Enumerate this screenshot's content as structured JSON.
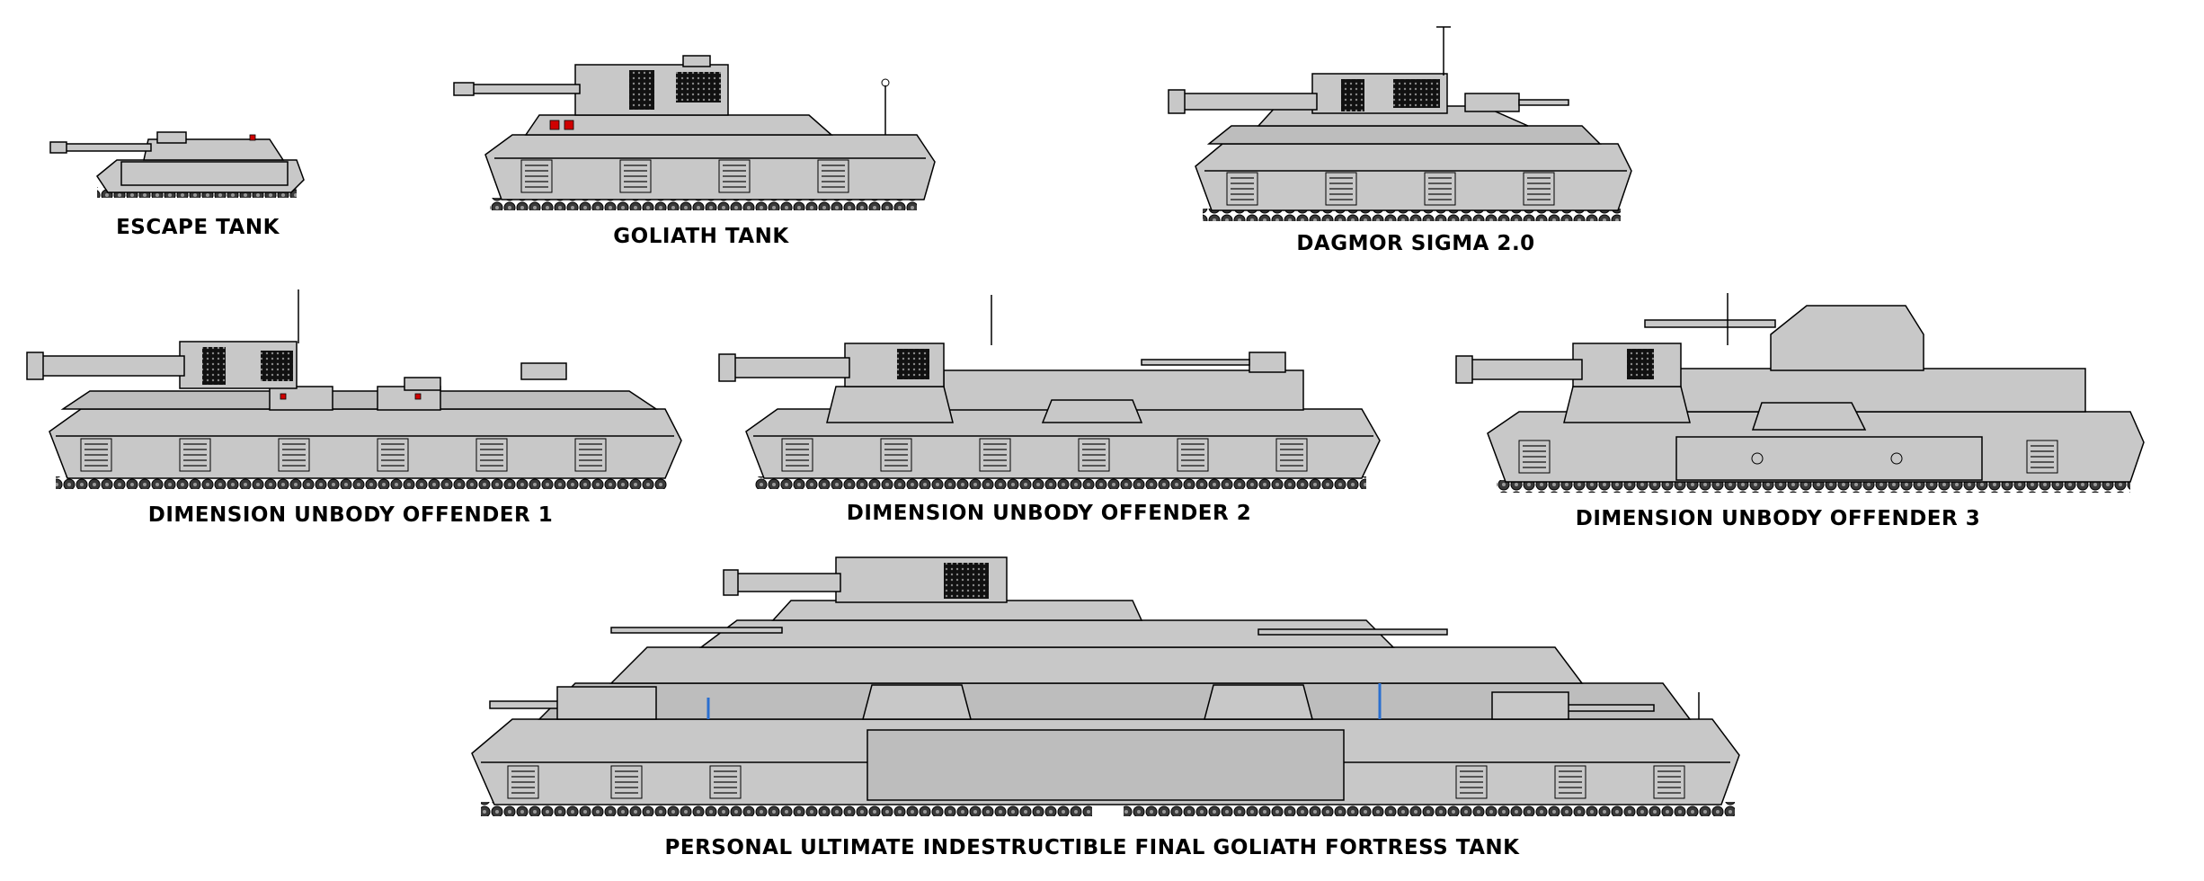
{
  "vehicles": [
    {
      "label": "ESCAPE TANK"
    },
    {
      "label": "GOLIATH TANK"
    },
    {
      "label": "DAGMOR SIGMA 2.0"
    },
    {
      "label": "DIMENSION UNBODY OFFENDER 1"
    },
    {
      "label": "DIMENSION UNBODY OFFENDER 2"
    },
    {
      "label": "DIMENSION UNBODY OFFENDER 3"
    },
    {
      "label": "PERSONAL ULTIMATE INDESTRUCTIBLE FINAL GOLIATH FORTRESS TANK"
    }
  ],
  "colors": {
    "armor": "#c8c8c8",
    "outline": "#000000",
    "light": "#d00000",
    "accent": "#2a6fd0"
  }
}
